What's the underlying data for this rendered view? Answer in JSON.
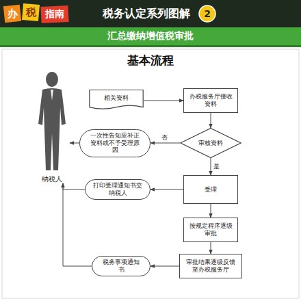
{
  "diagram": {
    "title": "汇总缴纳增值税审批",
    "nodes": [
      {
        "text": [
          "纳税人"
        ]
      },
      {
        "text": [
          "相关资料"
        ]
      },
      {
        "text": [
          "办税服务厅接收资料"
        ]
      },
      {
        "text": [
          "审核资料"
        ]
      },
      {
        "text": [
          "一次性告知应补正资料或不予受理原因"
        ]
      },
      {
        "text": [
          "受理"
        ]
      },
      {
        "text": [
          "打印受理通知书交纳税人"
        ]
      },
      {
        "text": [
          "按规定程序逐级审批"
        ]
      },
      {
        "text": [
          "审批结果逐级反馈至办税服务厅"
        ]
      },
      {
        "text": [
          "税务事项通知书"
        ]
      }
    ],
    "edges": [
      {
        "from": 1,
        "to": 2,
        "arrow": "to"
      },
      {
        "from": 2,
        "to": 3,
        "arrow": "to"
      },
      {
        "from": 3,
        "to": 4,
        "label": "否",
        "arrow": "to"
      },
      {
        "from": 3,
        "to": 5,
        "label": "是",
        "arrow": "to"
      },
      {
        "from": 5,
        "to": 6,
        "arrow": "to"
      },
      {
        "from": 5,
        "to": 7,
        "arrow": "to"
      },
      {
        "from": 7,
        "to": 8,
        "arrow": "to"
      },
      {
        "from": 8,
        "to": 9,
        "arrow": "to"
      },
      {
        "from": 4,
        "to": 0,
        "arrow": "to"
      },
      {
        "from": 6,
        "to": 0,
        "arrow": "to"
      },
      {
        "from": 9,
        "to": 0,
        "arrow": "to"
      }
    ],
    "labels": [
      "办",
      "税",
      "指南",
      "税务认定系列图解",
      "2",
      "基本流程"
    ]
  }
}
